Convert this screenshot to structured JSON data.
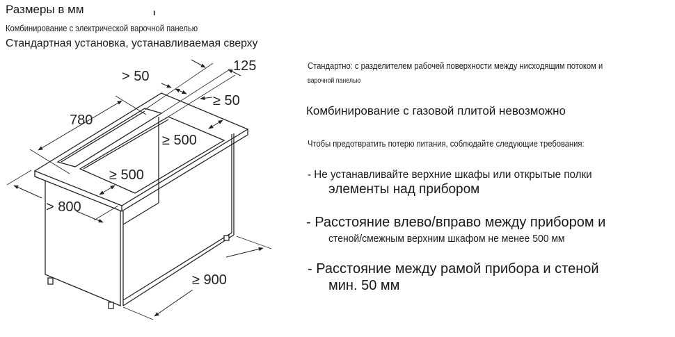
{
  "header": {
    "title": "Размеры в мм",
    "marker": "ı",
    "subtitle": "Комбинирование с электрической варочной панелью",
    "installation": "Стандартная установка, устанавливаемая сверху"
  },
  "diagram": {
    "labels": {
      "gap_left": "> 50",
      "width_125": "125",
      "gap_right": "≥ 50",
      "depth_780": "780",
      "cutout_depth": "≥ 500",
      "cutout_front": "≥ 500",
      "width_800": "> 800",
      "cabinet_900": "≥ 900"
    }
  },
  "notes": {
    "standard": "Стандартно: с разделителем рабочей поверхности между нисходящим потоком и",
    "standard_cont": "варочной панелью",
    "gas": "Комбинирование с газовой плитой невозможно",
    "power": "Чтобы предотвратить потерю питания, соблюдайте следующие требования:",
    "req1_a": "- Не устанавливайте верхние шкафы или открытые полки",
    "req1_b": "элементы над прибором",
    "req2_a": "- Расстояние влево/вправо между прибором и",
    "req2_b": "стеной/смежным верхним шкафом не менее 500 мм",
    "req3_a": "-   Расстояние между рамой прибора и стеной",
    "req3_b": "мин. 50 мм"
  }
}
